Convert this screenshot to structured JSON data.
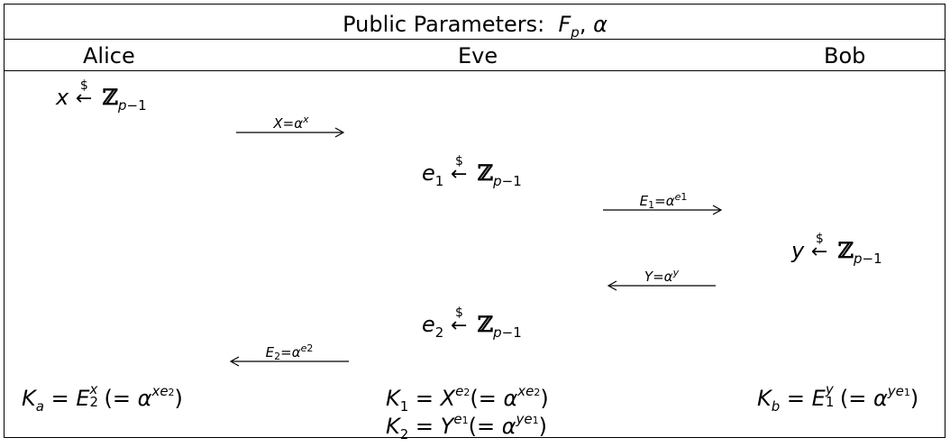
{
  "header": {
    "public_params": "Public Parameters:  F_p, α",
    "col_alice": "Alice",
    "col_eve": "Eve",
    "col_bob": "Bob"
  },
  "steps": {
    "alice_sample": "x ←$ ℤ_{p−1}",
    "msg_x": "X=α^x",
    "eve_sample_1": "e_1 ←$ ℤ_{p−1}",
    "msg_e1": "E_1=α^{e_1}",
    "bob_sample": "y ←$ ℤ_{p−1}",
    "msg_y": "Y=α^y",
    "eve_sample_2": "e_2 ←$ ℤ_{p−1}",
    "msg_e2": "E_2=α^{e_2}",
    "alice_key": "K_a = E_2^x (= α^{x e_2})",
    "eve_key_1": "K_1 = X^{e_2} (= α^{x e_2})",
    "eve_key_2": "K_2 = Y^{e_1} (= α^{y e_1})",
    "bob_key": "K_b = E_1^y (= α^{y e_1})"
  }
}
